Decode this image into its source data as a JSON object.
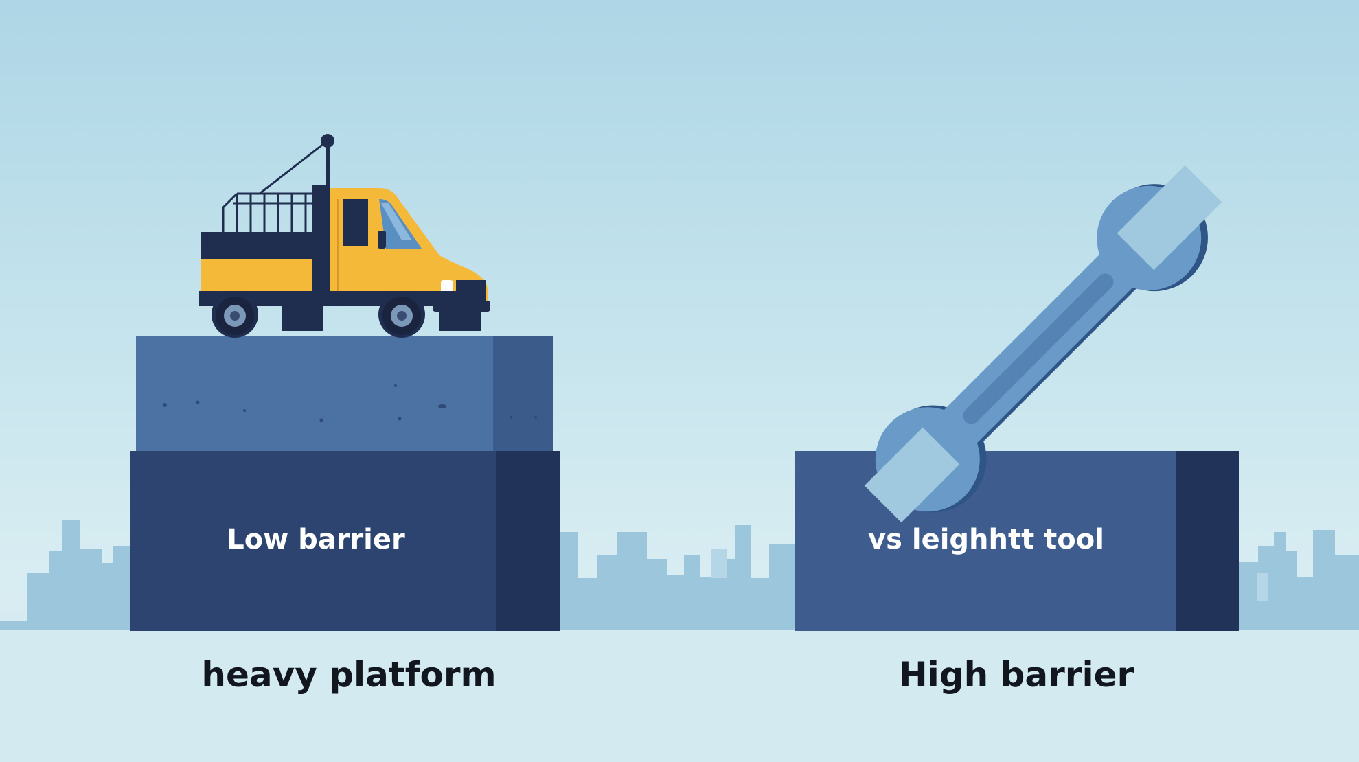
{
  "left_panel": {
    "block_label": "Low barrier",
    "caption": "heavy platform",
    "icon": "truck-icon"
  },
  "right_panel": {
    "block_label": "vs leighhtt tool",
    "caption": "High barrier",
    "icon": "wrench-icon"
  },
  "colors": {
    "sky_top": "#aed6e6",
    "sky_bottom": "#d8edf2",
    "block_front": "#2e4470",
    "block_shadow": "#22335a",
    "block_top": "#4e74a2",
    "right_block": "#3e5d8e",
    "truck_yellow": "#f5b93a",
    "truck_navy": "#1f2d4e",
    "wrench_blue": "#6a9ac8",
    "skyline": "#98c2da",
    "caption_text": "#12161f"
  }
}
